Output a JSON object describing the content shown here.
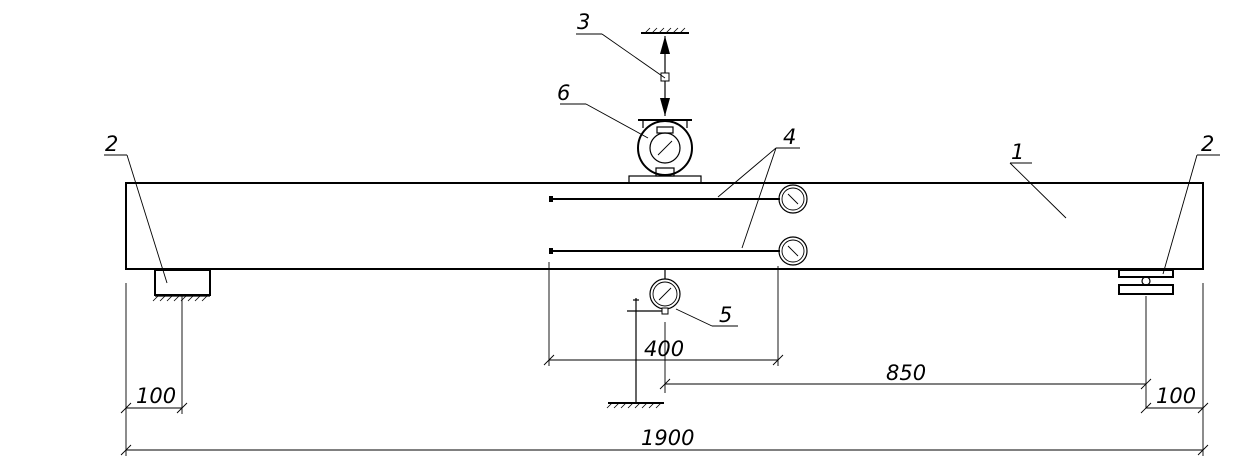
{
  "callouts": {
    "beam": "1",
    "support_left": "2",
    "support_right": "2",
    "load_arrow": "3",
    "strain_gauges": "4",
    "dial_indicator": "5",
    "load_cell": "6"
  },
  "dimensions": {
    "gauge_base": "400",
    "indicator_to_support": "850",
    "left_support_width": "100",
    "right_support_width": "100",
    "total_length": "1900"
  }
}
